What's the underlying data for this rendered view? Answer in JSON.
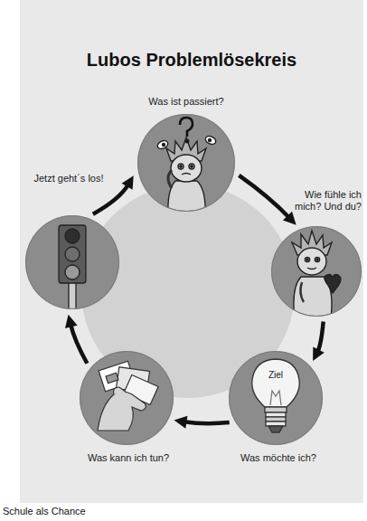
{
  "diagram": {
    "title": "Lubos Problemlösekreis",
    "caption": "Schule als Chance",
    "nodes": [
      {
        "text": [
          "Was ist passiert?"
        ]
      },
      {
        "text": [
          "Wie fühle ich mich? Und du?"
        ]
      },
      {
        "text": [
          "Was möchte ich?"
        ]
      },
      {
        "text": [
          "Was kann ich tun?"
        ]
      },
      {
        "text": [
          "Jetzt geht´s los!"
        ]
      }
    ],
    "edges": [
      {
        "from": 0,
        "to": 1,
        "arrow": "to"
      },
      {
        "from": 1,
        "to": 2,
        "arrow": "to"
      },
      {
        "from": 2,
        "to": 3,
        "arrow": "to"
      },
      {
        "from": 3,
        "to": 4,
        "arrow": "to"
      },
      {
        "from": 4,
        "to": 0,
        "arrow": "to"
      }
    ],
    "labels": [
      "Ziel"
    ]
  }
}
